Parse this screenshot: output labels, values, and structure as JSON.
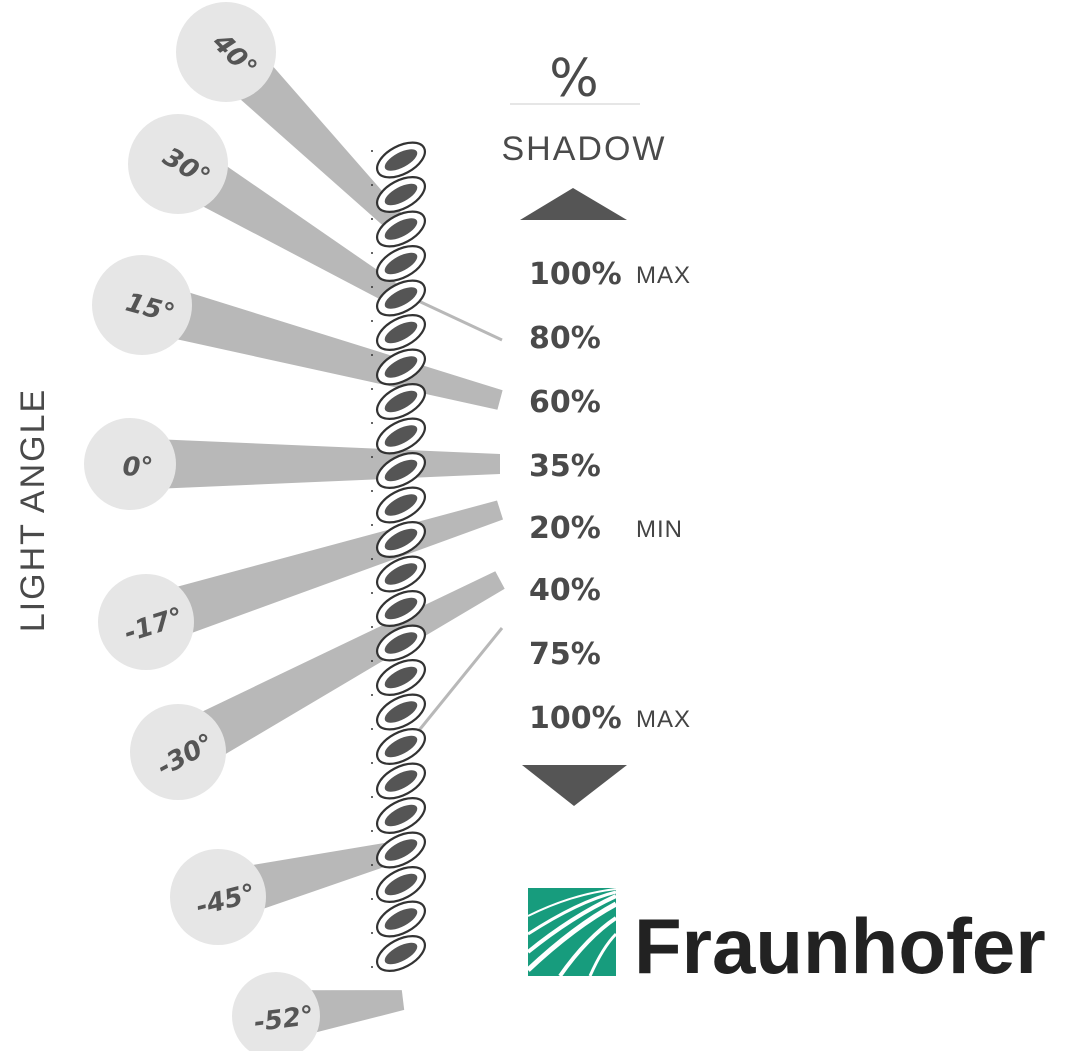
{
  "header": {
    "symbol": "%",
    "title": "SHADOW"
  },
  "axis_title": "LIGHT ANGLE",
  "light_angles": [
    {
      "label": "40°",
      "angle": 40
    },
    {
      "label": "30°",
      "angle": 30
    },
    {
      "label": "15°",
      "angle": 15
    },
    {
      "label": "0°",
      "angle": 0
    },
    {
      "label": "-17°",
      "angle": -17
    },
    {
      "label": "-30°",
      "angle": -30
    },
    {
      "label": "-45°",
      "angle": -45
    },
    {
      "label": "-52°",
      "angle": -52
    }
  ],
  "shadow_levels": [
    {
      "value": "100%",
      "tag": "MAX"
    },
    {
      "value": "80%",
      "tag": ""
    },
    {
      "value": "60%",
      "tag": ""
    },
    {
      "value": "35%",
      "tag": ""
    },
    {
      "value": "20%",
      "tag": "MIN"
    },
    {
      "value": "40%",
      "tag": ""
    },
    {
      "value": "75%",
      "tag": ""
    },
    {
      "value": "100%",
      "tag": "MAX"
    }
  ],
  "logo": {
    "text": "Fraunhofer",
    "color": "#179c7d"
  },
  "colors": {
    "beam": "#b8b8b8",
    "source_halo": "#e6e6e6",
    "source_core": "#cdcdcd",
    "arrow": "#555555",
    "yarn_fill": "#555555"
  }
}
